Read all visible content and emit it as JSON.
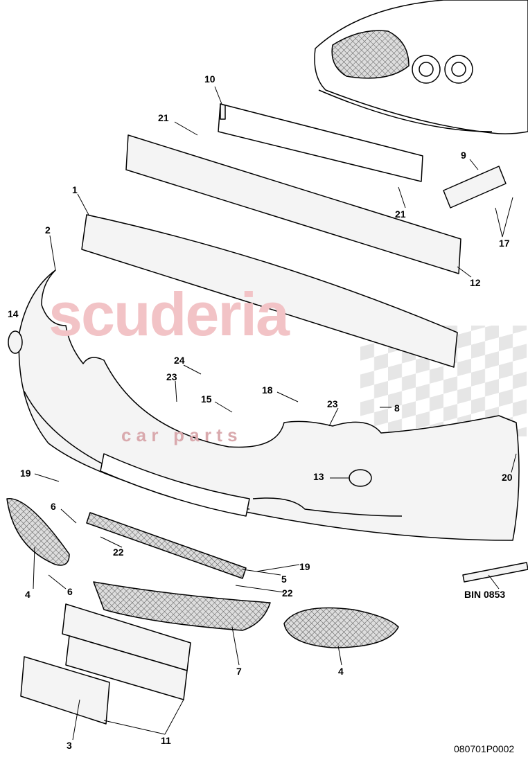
{
  "diagram": {
    "drawing_code": "080701P0002",
    "watermark": {
      "main": "scuderia",
      "sub": "c a r   p a r t s"
    },
    "colors": {
      "line": "#000000",
      "part_fill": "#f4f4f4",
      "watermark": "#f2c3c6",
      "checker": "#e6e6e6"
    },
    "callouts": [
      {
        "id": "10"
      },
      {
        "id": "21"
      },
      {
        "id": "21"
      },
      {
        "id": "9"
      },
      {
        "id": "17"
      },
      {
        "id": "1"
      },
      {
        "id": "12"
      },
      {
        "id": "2"
      },
      {
        "id": "14"
      },
      {
        "id": "24"
      },
      {
        "id": "23"
      },
      {
        "id": "15"
      },
      {
        "id": "18"
      },
      {
        "id": "23"
      },
      {
        "id": "8"
      },
      {
        "id": "19"
      },
      {
        "id": "13"
      },
      {
        "id": "20"
      },
      {
        "id": "6"
      },
      {
        "id": "22"
      },
      {
        "id": "19"
      },
      {
        "id": "5"
      },
      {
        "id": "4"
      },
      {
        "id": "6"
      },
      {
        "id": "22"
      },
      {
        "id": "BIN 0853"
      },
      {
        "id": "7"
      },
      {
        "id": "4"
      },
      {
        "id": "3"
      },
      {
        "id": "11"
      }
    ]
  }
}
